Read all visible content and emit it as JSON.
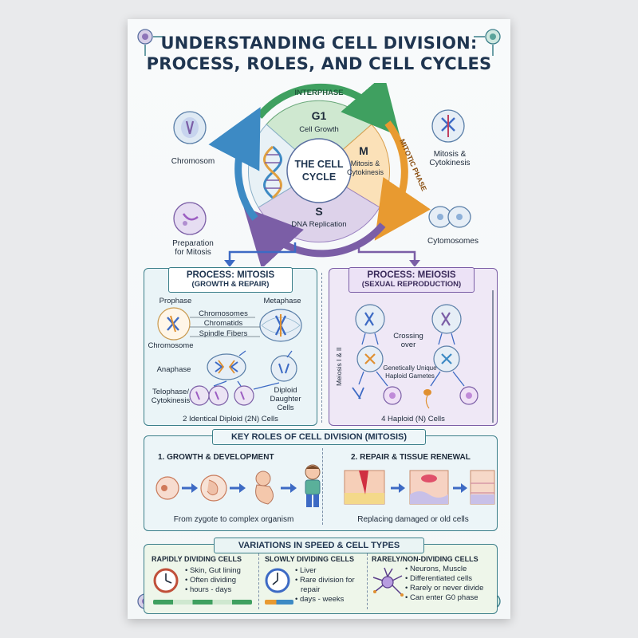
{
  "title": {
    "line1": "UNDERSTANDING CELL DIVISION:",
    "line2": "PROCESS, ROLES, AND CELL CYCLES"
  },
  "cycle": {
    "center_line1": "THE CELL",
    "center_line2": "CYCLE",
    "g1_title": "G1",
    "g1_desc": "Cell Growth",
    "m_title": "M",
    "m_desc_line1": "Mitosis &",
    "m_desc_line2": "Cytokinesis",
    "s_title": "S",
    "s_desc": "DNA Replication",
    "interphase": "INTERPHASE",
    "mitotic_phase": "MITOTIC PHASE"
  },
  "side_labels": {
    "chromosom": "Chromosom",
    "preparation_line1": "Preparation",
    "preparation_line2": "for Mitosis",
    "mitosis_line1": "Mitosis &",
    "mitosis_line2": "Cytokinesis",
    "cytomosomes": "Cytomosomes"
  },
  "mitosis": {
    "title": "PROCESS: MITOSIS",
    "subtitle": "(GROWTH & REPAIR)",
    "prophase": "Prophase",
    "metaphase": "Metaphase",
    "chromosomes": "Chromosomes",
    "chromatids": "Chromatids",
    "spindle": "Spindle Fibers",
    "chromosome": "Chromosome",
    "anaphase": "Anaphase",
    "telophase_line1": "Telophase/",
    "telophase_line2": "Cytokinesis",
    "diploid_line1": "Diploid",
    "diploid_line2": "Daughter",
    "diploid_line3": "Cells",
    "result": "2 Identical Diploid (2N) Cells"
  },
  "meiosis": {
    "title": "PROCESS: MEIOSIS",
    "subtitle": "(SEXUAL REPRODUCTION)",
    "crossing_line1": "Crossing",
    "crossing_line2": "over",
    "stage": "Meiosis I & II",
    "unique_line1": "Genetically Unique",
    "unique_line2": "Haploid Gametes",
    "result": "4 Haploid (N) Cells"
  },
  "roles": {
    "title": "KEY ROLES OF CELL DIVISION (MITOSIS)",
    "col1_title": "1. GROWTH & DEVELOPMENT",
    "col1_caption": "From zygote to complex organism",
    "col2_title": "2. REPAIR & TISSUE RENEWAL",
    "col2_caption": "Replacing damaged or old cells"
  },
  "variations": {
    "title": "VARIATIONS IN SPEED & CELL TYPES",
    "col1_title": "RAPIDLY DIVIDING CELLS",
    "col1_items": [
      "• Skin, Gut lining",
      "• Often dividing",
      "• hours - days"
    ],
    "col2_title": "SLOWLY DIVIDING CELLS",
    "col2_items": [
      "• Liver",
      "• Rare division for",
      "repair",
      "• days - weeks"
    ],
    "col3_title": "RARELY/NON-DIVIDING CELLS",
    "col3_items": [
      "• Neurons, Muscle",
      "• Differentiated cells",
      "• Rarely or never divide",
      "• Can enter G0 phase"
    ]
  },
  "colors": {
    "g1": "#cfe8d0",
    "m": "#fbe1b8",
    "s": "#ddd2ea",
    "teal": "#3c7f8a",
    "purple": "#7b5ea6",
    "navy": "#1f3550"
  }
}
